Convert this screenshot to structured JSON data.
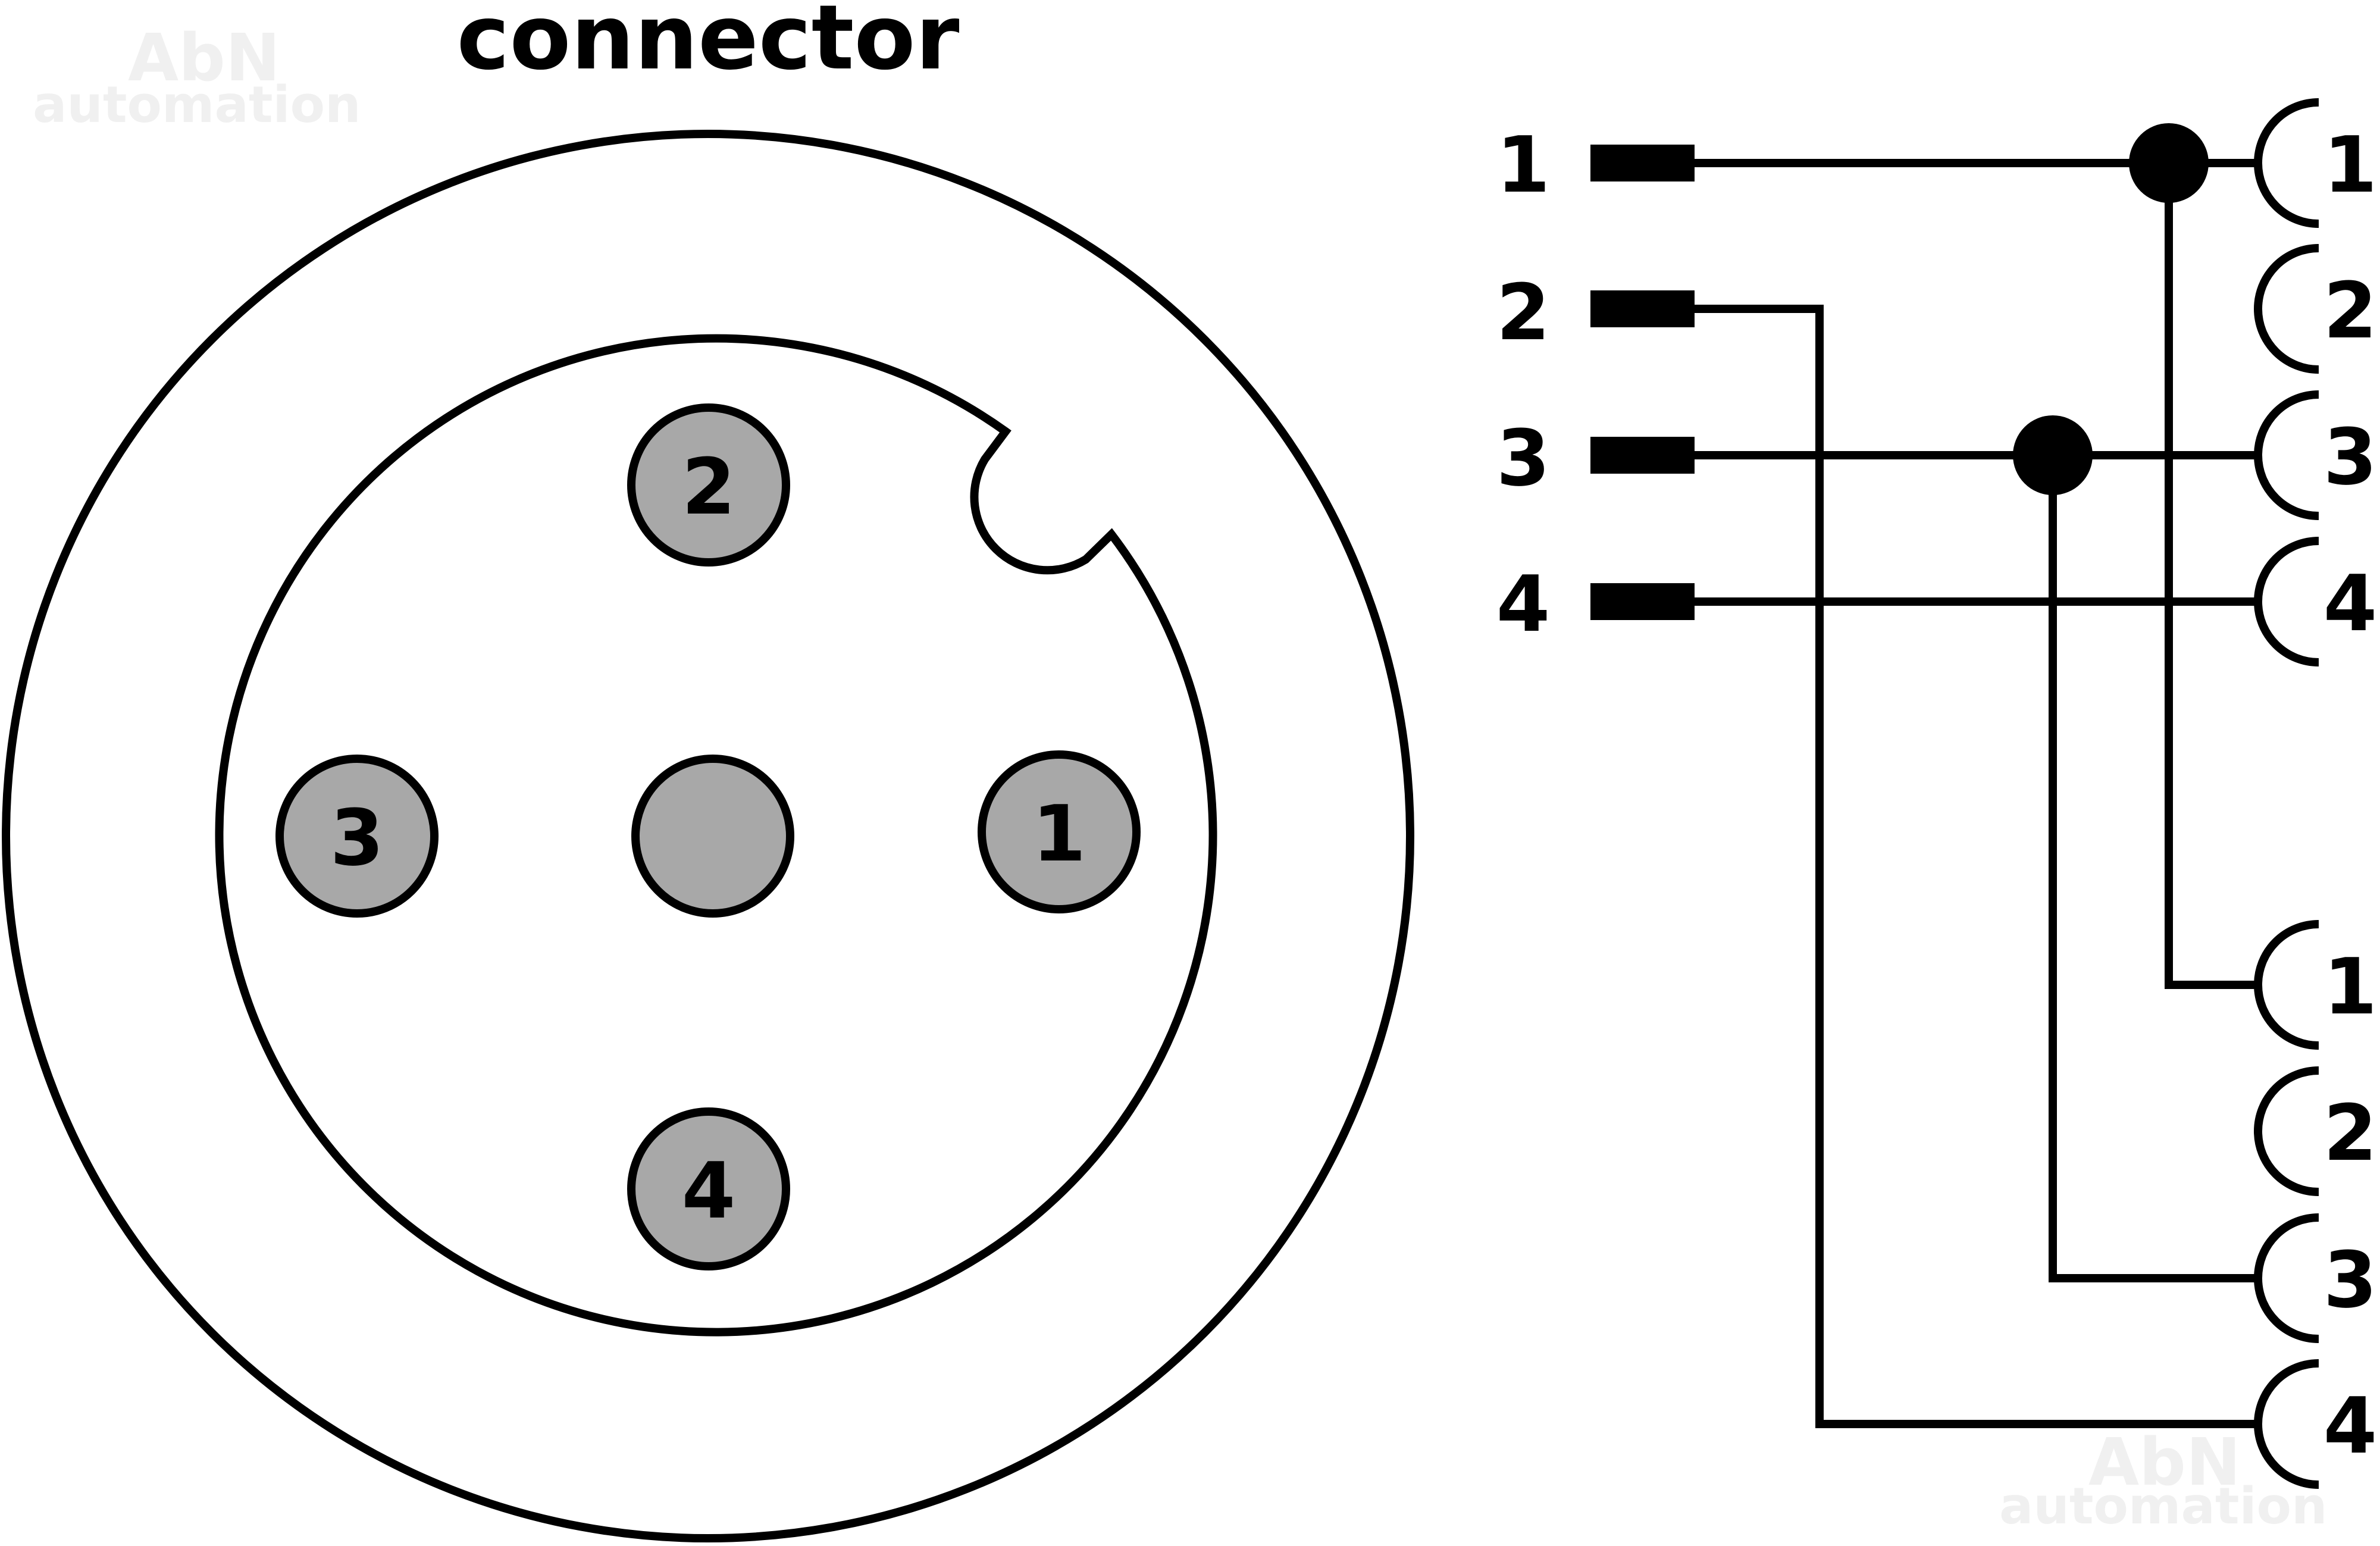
{
  "title": "connector",
  "watermark": {
    "line1": "AbN",
    "line2": "automation"
  },
  "connector_pins": {
    "top": "2",
    "left": "3",
    "right": "1",
    "bottom": "4"
  },
  "input_pins": [
    "1",
    "2",
    "3",
    "4"
  ],
  "output_top": [
    "1",
    "2",
    "3",
    "4"
  ],
  "output_bottom": [
    "1",
    "2",
    "3",
    "4"
  ],
  "colors": {
    "pin_fill": "#a8a8a8",
    "line": "#000000",
    "watermark": "#f0f0f0"
  }
}
